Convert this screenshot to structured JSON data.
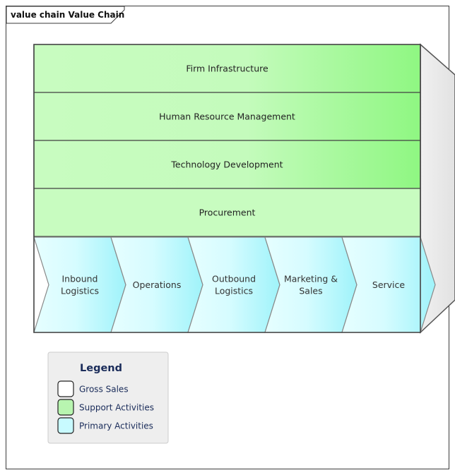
{
  "frame": {
    "title": "value chain Value Chain"
  },
  "support_activities": [
    {
      "label": "Firm Infrastructure"
    },
    {
      "label": "Human Resource Management"
    },
    {
      "label": "Technology Development"
    },
    {
      "label": "Procurement"
    }
  ],
  "primary_activities": [
    {
      "lines": [
        "Inbound",
        "Logistics"
      ]
    },
    {
      "lines": [
        "Operations"
      ]
    },
    {
      "lines": [
        "Outbound",
        "Logistics"
      ]
    },
    {
      "lines": [
        "Marketing &",
        "Sales"
      ]
    },
    {
      "lines": [
        "Service"
      ]
    }
  ],
  "legend": {
    "title": "Legend",
    "items": [
      {
        "label": "Gross Sales",
        "color": "#ffffff"
      },
      {
        "label": "Support Activities",
        "color": "#b8f5b0"
      },
      {
        "label": "Primary Activities",
        "color": "#c8faff"
      }
    ]
  },
  "colors": {
    "support_light": "#c8fcc0",
    "support_dark": "#8ff782",
    "primary_light": "#e6feff",
    "primary_dark": "#9ff3fa",
    "margin_arrow": "#e8e8e8",
    "border": "#444444"
  }
}
